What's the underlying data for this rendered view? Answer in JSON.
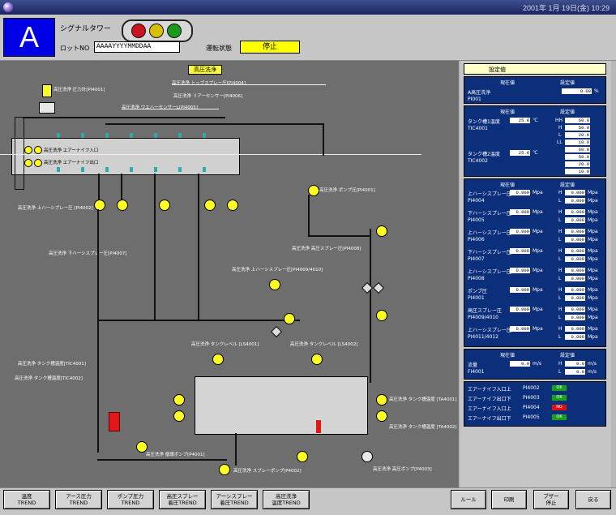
{
  "titlebar": {
    "datetime": "2001年 1月 19日(金) 10:29"
  },
  "header": {
    "tower_letter": "A",
    "tower_label": "シグナルタワー",
    "lot_label": "ロットNO",
    "lot_value": "AAAAYYYYMMDDAA",
    "op_label": "運転状態",
    "op_status": "停止",
    "lamps": [
      "#c8141e",
      "#d6c000",
      "#1a9a1a"
    ]
  },
  "diagram": {
    "title": "高圧洗浄",
    "labels": {
      "pressure_gauge": "高圧洗浄 圧力計[PI4001]",
      "wafer_l": "高圧洗浄 ウエハーセンサーL[PI4005]",
      "wafer_r": "高圧洗浄 リアーセンサー[PI4006]",
      "spray_top": "高圧洗浄 トップスプレー圧[PI4004]",
      "air_in": "高圧洗浄 エアーナイフ入口",
      "air_out": "高圧洗浄 エアーナイフ出口",
      "lower_spray": "高圧洗浄 上ハーシプレー圧\n[PI4002]",
      "bottom_spray": "高圧洗浄 下ハーシスプレー圧[PI4007]",
      "pump_pressure": "高圧洗浄 ポンプ圧[PI4001]",
      "spray_upper": "高圧洗浄 高圧スプレー圧[PI4008]",
      "sp_pressure": "高圧洗浄 上ハーシスプレー圧[PI4009/4010]",
      "tank_level_l": "高圧洗浄 タンクレベル\n[LS4001]",
      "tank_level_r": "高圧洗浄 タンクレベル\n[LS4002]",
      "tank_temp1": "高圧洗浄 タンク槽温度[TIC4001]",
      "tank_temp2": "高圧洗浄 タンク槽温度[TIC4002]",
      "tank_temp3": "高圧洗浄 タンク槽温度\n[TA4001]",
      "tank_temp4": "高圧洗浄 タンク槽温度\n[TA4002]",
      "pump_circ": "高圧洗浄 循環ポンプ[P4001]",
      "pump_spray": "高圧洗浄 スプレーポンプ[P4002]",
      "pump_high": "高圧洗浄 高圧ポンプ[P4003]"
    }
  },
  "side": {
    "title": "設定値",
    "col_measured": "現在値",
    "col_setpoint": "設定値",
    "block1": {
      "label": "A高圧洗浄",
      "id": "PI001",
      "value": "0.00",
      "unit": "%"
    },
    "temps": [
      {
        "label": "タンク槽1温度",
        "id": "TIC4001",
        "value": "25.8",
        "unit": "℃",
        "hh": "60.0",
        "h": "50.0",
        "l": "20.0",
        "ll": "10.0"
      },
      {
        "label": "タンク槽2温度",
        "id": "TIC4002",
        "value": "25.8",
        "unit": "℃",
        "hh": "60.0",
        "h": "50.0",
        "l": "20.0",
        "ll": "10.0"
      }
    ],
    "pressures": [
      {
        "label": "上ハーシスプレー圧",
        "id": "PI4004",
        "value": "0.000",
        "h": "0.000",
        "l": "0.000"
      },
      {
        "label": "下ハーシスプレー圧",
        "id": "PI4005",
        "value": "0.000",
        "h": "0.000",
        "l": "0.000"
      },
      {
        "label": "上ハーシスプレー圧",
        "id": "PI4006",
        "value": "0.000",
        "h": "0.000",
        "l": "0.000"
      },
      {
        "label": "下ハーシスプレー圧",
        "id": "PI4007",
        "value": "0.000",
        "h": "0.000",
        "l": "0.000"
      },
      {
        "label": "上ハーシスプレー圧",
        "id": "PI4008",
        "value": "0.000",
        "h": "0.000",
        "l": "0.000"
      },
      {
        "label": "ポンプ圧",
        "id": "PI4001",
        "value": "0.000",
        "h": "0.000",
        "l": "0.000"
      },
      {
        "label": "高圧スプレー圧",
        "id": "PI4009/4010",
        "value": "0.000",
        "h": "0.000",
        "l": "0.000"
      },
      {
        "label": "上ハーシスプレー圧",
        "id": "PI4011/4012",
        "value": "0.000",
        "h": "0.000",
        "l": "0.000"
      }
    ],
    "pressure_unit": "Mpa",
    "flow": {
      "label": "流量",
      "id": "FI4001",
      "value": "0.0",
      "unit": "m/s",
      "h": "0.0",
      "l": "0.0"
    },
    "status": [
      {
        "label": "エアーナイフ入口上",
        "id": "PI4002",
        "state": "OK",
        "color": "green"
      },
      {
        "label": "エアーナイフ出口下",
        "id": "PI4003",
        "state": "OK",
        "color": "green"
      },
      {
        "label": "エアーナイフ入口上",
        "id": "PI4004",
        "state": "NG",
        "color": "red"
      },
      {
        "label": "エアーナイフ出口下",
        "id": "PI4005",
        "state": "OK",
        "color": "green"
      }
    ]
  },
  "buttons": [
    {
      "l1": "温度",
      "l2": "TREND"
    },
    {
      "l1": "アース圧力",
      "l2": "TREND"
    },
    {
      "l1": "ポンプ圧力",
      "l2": "TREND"
    },
    {
      "l1": "高圧スプレー",
      "l2": "着圧TREND"
    },
    {
      "l1": "アーシスプレー",
      "l2": "着圧TREND"
    },
    {
      "l1": "高圧洗浄",
      "l2": "温度TREND"
    },
    {
      "l1": "ルール",
      "l2": ""
    },
    {
      "l1": "印刷",
      "l2": ""
    },
    {
      "l1": "ブザー",
      "l2": "停止"
    },
    {
      "l1": "戻る",
      "l2": ""
    }
  ]
}
